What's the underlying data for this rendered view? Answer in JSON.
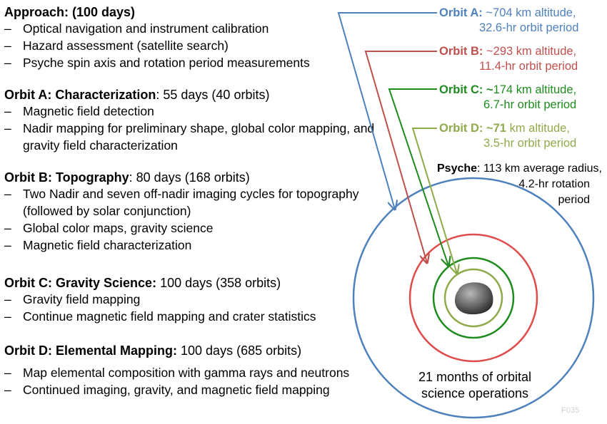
{
  "phases": [
    {
      "title_bold": "Approach: (100 days)",
      "title_rest": "",
      "bullets": [
        "Optical navigation and instrument calibration",
        "Hazard assessment (satellite search)",
        "Psyche spin axis and rotation period measurements"
      ]
    },
    {
      "title_bold": "Orbit A: Characterization",
      "title_rest": ": 55 days (40 orbits)",
      "bullets": [
        "Magnetic field detection",
        "Nadir mapping for preliminary shape, global color mapping, and gravity field characterization"
      ]
    },
    {
      "title_bold": "Orbit B: Topography",
      "title_rest": ": 80 days (168 orbits)",
      "bullets": [
        "Two Nadir and seven off-nadir imaging cycles for topography (followed by solar conjunction)",
        "Global color maps, gravity science",
        "Magnetic field characterization"
      ]
    },
    {
      "title_bold": "Orbit C: Gravity Science:",
      "title_rest": " 100 days (358 orbits)",
      "bullets": [
        "Gravity field mapping",
        "Continue magnetic field mapping and crater statistics"
      ]
    },
    {
      "title_bold": "Orbit D: Elemental Mapping:",
      "title_rest": " 100 days (685 orbits)",
      "bullets": [
        "Map elemental composition with gamma rays and neutrons",
        "Continued imaging, gravity, and magnetic field mapping"
      ]
    }
  ],
  "orbits": [
    {
      "bold": "Orbit A:",
      "rest": " ~704 km altitude,",
      "line2": "32.6-hr orbit period",
      "color": "#4f81bd"
    },
    {
      "bold": "Orbit B:",
      "rest": " ~293 km altitude,",
      "line2": "11.4-hr orbit period",
      "color": "#c0504d"
    },
    {
      "bold": "Orbit C: ~",
      "rest": "174 km altitude,",
      "line2": "6.7-hr orbit period",
      "color": "#1e8c1e"
    },
    {
      "bold": "Orbit D: ~71",
      "rest": " km altitude,",
      "line2": "3.5-hr orbit period",
      "color": "#8faa4a"
    }
  ],
  "psyche": {
    "bold": "Psyche",
    "rest": ": 113 km average radius,",
    "line2": "4.2-hr rotation",
    "line3": "period"
  },
  "operations": {
    "line1": "21 months of orbital",
    "line2": "science operations"
  },
  "figure_id": "F035"
}
